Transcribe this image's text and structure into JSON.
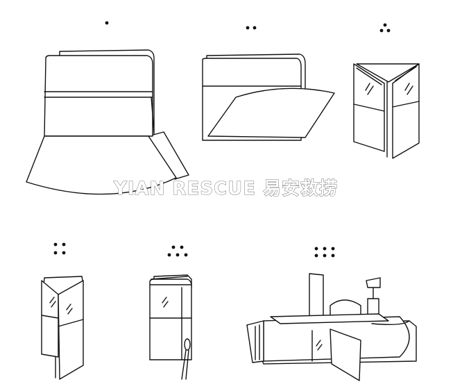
{
  "watermark": {
    "text": "YIAN RESCUE 易安救捞"
  },
  "steps": [
    {
      "dots": 1
    },
    {
      "dots": 2
    },
    {
      "dots": 3
    },
    {
      "dots": 4
    },
    {
      "dots": 5
    },
    {
      "dots": 6
    }
  ]
}
